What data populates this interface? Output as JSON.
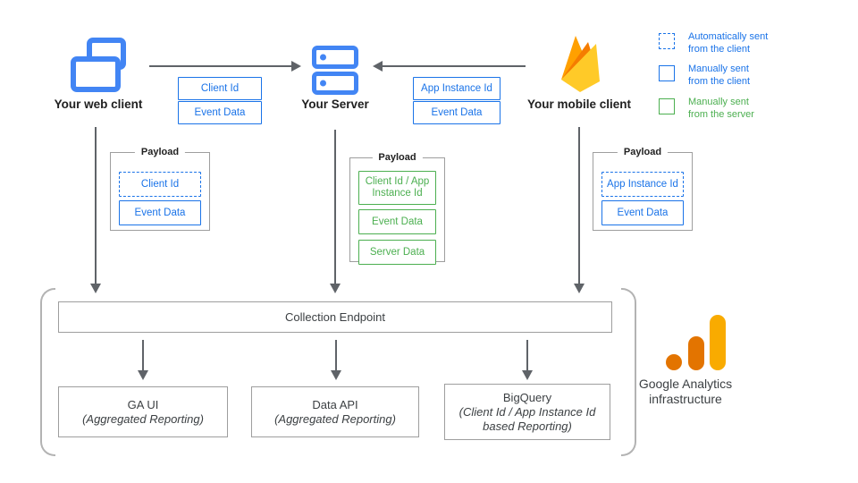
{
  "nodes": {
    "web_client": "Your web client",
    "server": "Your Server",
    "mobile_client": "Your mobile client"
  },
  "edge_tags": {
    "web_to_server": [
      {
        "label": "Client Id"
      },
      {
        "label": "Event Data"
      }
    ],
    "mobile_to_server": [
      {
        "label": "App Instance Id"
      },
      {
        "label": "Event Data"
      }
    ]
  },
  "payloads": {
    "web": {
      "title": "Payload",
      "items": [
        {
          "label": "Client Id",
          "style": "dashed-blue"
        },
        {
          "label": "Event Data",
          "style": "solid-blue"
        }
      ]
    },
    "server": {
      "title": "Payload",
      "items": [
        {
          "label": "Client Id / App Instance Id",
          "style": "solid-green"
        },
        {
          "label": "Event Data",
          "style": "solid-green"
        },
        {
          "label": "Server Data",
          "style": "solid-green"
        }
      ]
    },
    "mobile": {
      "title": "Payload",
      "items": [
        {
          "label": "App Instance Id",
          "style": "dashed-blue"
        },
        {
          "label": "Event Data",
          "style": "solid-blue"
        }
      ]
    }
  },
  "legend": {
    "items": [
      {
        "label": "Automatically sent\nfrom the client",
        "style": "dashed-blue"
      },
      {
        "label": "Manually sent\nfrom the client",
        "style": "solid-blue"
      },
      {
        "label": "Manually sent\nfrom the server",
        "style": "solid-green"
      }
    ]
  },
  "infrastructure": {
    "endpoint": "Collection Endpoint",
    "outputs": [
      {
        "title": "GA UI",
        "subtitle": "(Aggregated Reporting)"
      },
      {
        "title": "Data API",
        "subtitle": "(Aggregated Reporting)"
      },
      {
        "title": "BigQuery",
        "subtitle": "(Client Id / App Instance Id based Reporting)"
      }
    ],
    "brand": "Google Analytics\ninfrastructure"
  },
  "colors": {
    "blue": "#1a73e8",
    "icon_blue": "#4285f4",
    "green": "#4caf50",
    "box_border": "#9e9e9e",
    "arrow": "#5f6368",
    "firebase_yellow": "#FFCA28",
    "firebase_orange": "#FFA000",
    "firebase_dark_orange": "#F57C00",
    "ga_amber": "#F9AB00",
    "ga_orange": "#E37400"
  }
}
